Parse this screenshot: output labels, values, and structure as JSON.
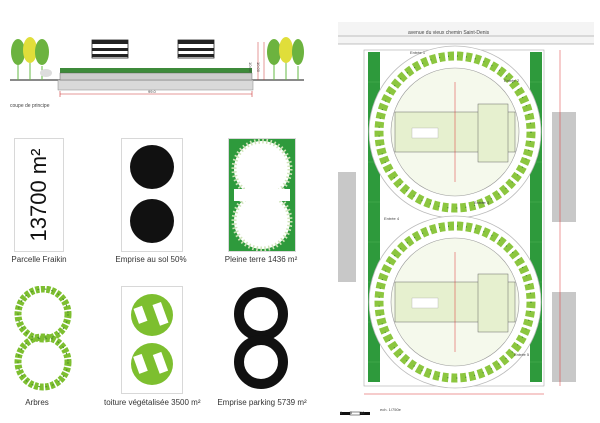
{
  "section": {
    "caption": "coupe de principe",
    "dimension_label": "99.0",
    "height_labels": [
      "10.00",
      "10.00"
    ]
  },
  "panels": [
    {
      "id": "parcelle",
      "caption": "Parcelle Fraikin",
      "area_text": "13700 m²"
    },
    {
      "id": "emprise-sol",
      "caption": "Emprise au sol 50%"
    },
    {
      "id": "pleine-terre",
      "caption": "Pleine terre 1436 m²"
    },
    {
      "id": "arbres",
      "caption": "Arbres"
    },
    {
      "id": "toiture",
      "caption": "toiture végétalisée 3500 m²"
    },
    {
      "id": "parking",
      "caption": "Emprise parking  5739 m²"
    }
  ],
  "plan": {
    "street_label": "avenue du vieux chemin Saint-Denis",
    "scale_caption": "ech. 1/750e",
    "scale_ticks": [
      "0",
      "5",
      "10"
    ],
    "entrance_labels": [
      "Entrée 1",
      "Entrée 2",
      "Entrée 3",
      "Entrée 4",
      "Entrée 5"
    ]
  },
  "colors": {
    "green": "#7dbf2f",
    "dark_green": "#2e9a3c",
    "black": "#111111",
    "light_green": "#e6f0cf"
  }
}
